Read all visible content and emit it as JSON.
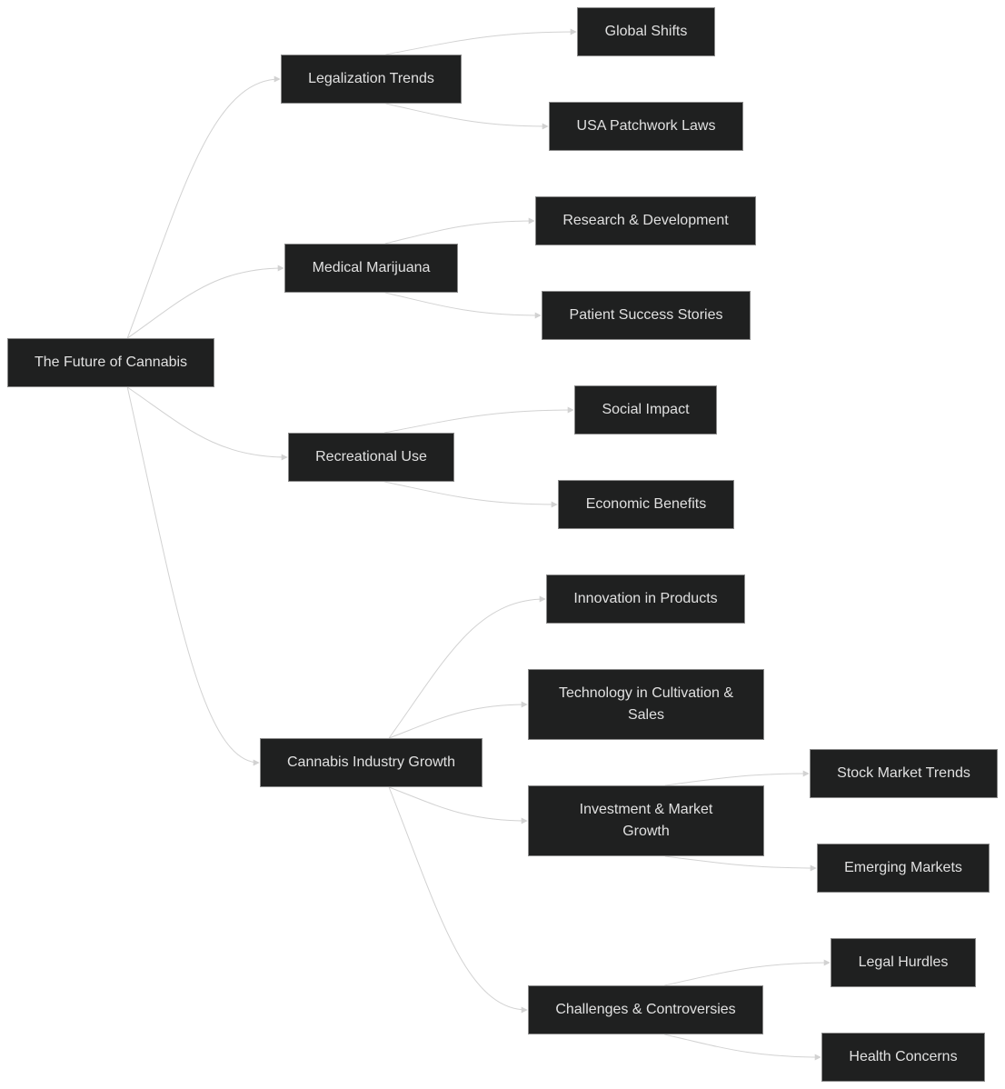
{
  "colors": {
    "node_fill": "#1f2020",
    "node_border": "#8a8a8a",
    "node_text": "#e0e0e0",
    "edge": "#d2d2d2",
    "background": "#ffffff"
  },
  "nodes": {
    "root": "The Future of Cannabis",
    "legalization_trends": "Legalization Trends",
    "global_shifts": "Global Shifts",
    "usa_patchwork_laws": "USA Patchwork Laws",
    "medical_marijuana": "Medical Marijuana",
    "research_development": "Research & Development",
    "patient_success_stories": "Patient Success Stories",
    "recreational_use": "Recreational Use",
    "social_impact": "Social Impact",
    "economic_benefits": "Economic Benefits",
    "industry_growth": "Cannabis Industry Growth",
    "innovation_products": "Innovation in Products",
    "technology_cultivation": "Technology in Cultivation & Sales",
    "investment_market_growth": "Investment & Market Growth",
    "stock_market_trends": "Stock Market Trends",
    "emerging_markets": "Emerging Markets",
    "challenges_controversies": "Challenges & Controversies",
    "legal_hurdles": "Legal Hurdles",
    "health_concerns": "Health Concerns"
  },
  "edges": [
    [
      "root",
      "legalization_trends"
    ],
    [
      "root",
      "medical_marijuana"
    ],
    [
      "root",
      "recreational_use"
    ],
    [
      "root",
      "industry_growth"
    ],
    [
      "legalization_trends",
      "global_shifts"
    ],
    [
      "legalization_trends",
      "usa_patchwork_laws"
    ],
    [
      "medical_marijuana",
      "research_development"
    ],
    [
      "medical_marijuana",
      "patient_success_stories"
    ],
    [
      "recreational_use",
      "social_impact"
    ],
    [
      "recreational_use",
      "economic_benefits"
    ],
    [
      "industry_growth",
      "innovation_products"
    ],
    [
      "industry_growth",
      "technology_cultivation"
    ],
    [
      "industry_growth",
      "investment_market_growth"
    ],
    [
      "industry_growth",
      "challenges_controversies"
    ],
    [
      "investment_market_growth",
      "stock_market_trends"
    ],
    [
      "investment_market_growth",
      "emerging_markets"
    ],
    [
      "challenges_controversies",
      "legal_hurdles"
    ],
    [
      "challenges_controversies",
      "health_concerns"
    ]
  ]
}
